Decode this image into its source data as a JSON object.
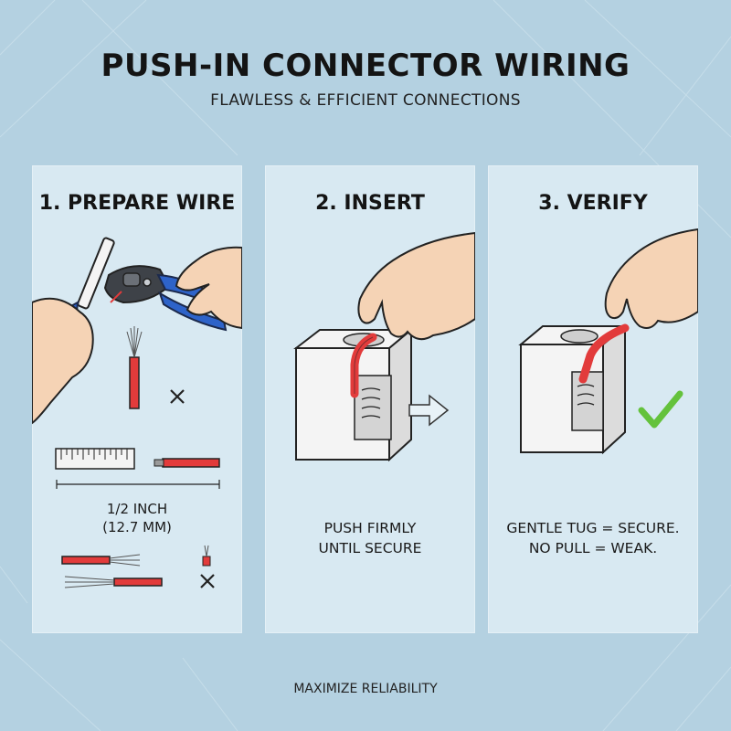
{
  "header": {
    "title": "PUSH-IN CONNECTOR WIRING",
    "subtitle": "FLAWLESS & EFFICIENT CONNECTIONS"
  },
  "steps": [
    {
      "heading": "1. PREPARE WIRE",
      "measure_line1": "1/2 INCH",
      "measure_line2": "(12.7 MM)"
    },
    {
      "heading": "2. INSERT",
      "caption_line1": "PUSH FIRMLY",
      "caption_line2": "UNTIL SECURE"
    },
    {
      "heading": "3. VERIFY",
      "caption_line1": "GENTLE TUG = SECURE.",
      "caption_line2": "NO PULL = WEAK."
    }
  ],
  "footer": "MAXIMIZE RELIABILITY",
  "icons": {
    "wrong": "x-mark-icon",
    "right": "checkmark-icon",
    "next": "arrow-right-icon"
  },
  "colors": {
    "background": "#b4d1e1",
    "panel": "#d8e9f2",
    "wire": "#e23b3b",
    "tool_handle": "#2e63c9",
    "check": "#64c23c"
  }
}
